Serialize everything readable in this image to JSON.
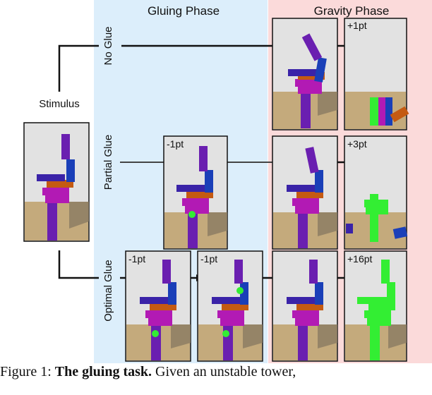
{
  "phases": {
    "gluing": "Gluing Phase",
    "gravity": "Gravity Phase"
  },
  "stimulus_label": "Stimulus",
  "conditions": {
    "no_glue": "No Glue",
    "partial_glue": "Partial Glue",
    "optimal_glue": "Optimal Glue"
  },
  "scores": {
    "no_glue_result": "+1pt",
    "partial_glue_cost": "-1pt",
    "partial_glue_result": "+3pt",
    "optimal_glue_cost_1": "-1pt",
    "optimal_glue_cost_2": "-1pt",
    "optimal_glue_result": "+16pt"
  },
  "caption": {
    "prefix": "Figure 1:",
    "bold": "The gluing task.",
    "rest": "Given an unstable tower,"
  },
  "colors": {
    "gluing_bg": "#dceefb",
    "gravity_bg": "#fbdada",
    "purple": "#6a1fb0",
    "magenta": "#b21ab4",
    "orange": "#c45a12",
    "blue": "#1a3fb8",
    "indigo": "#3a23a8",
    "glue_green": "#33ee33",
    "floor": "#c4aa7c",
    "sky": "#dcdcdc"
  }
}
